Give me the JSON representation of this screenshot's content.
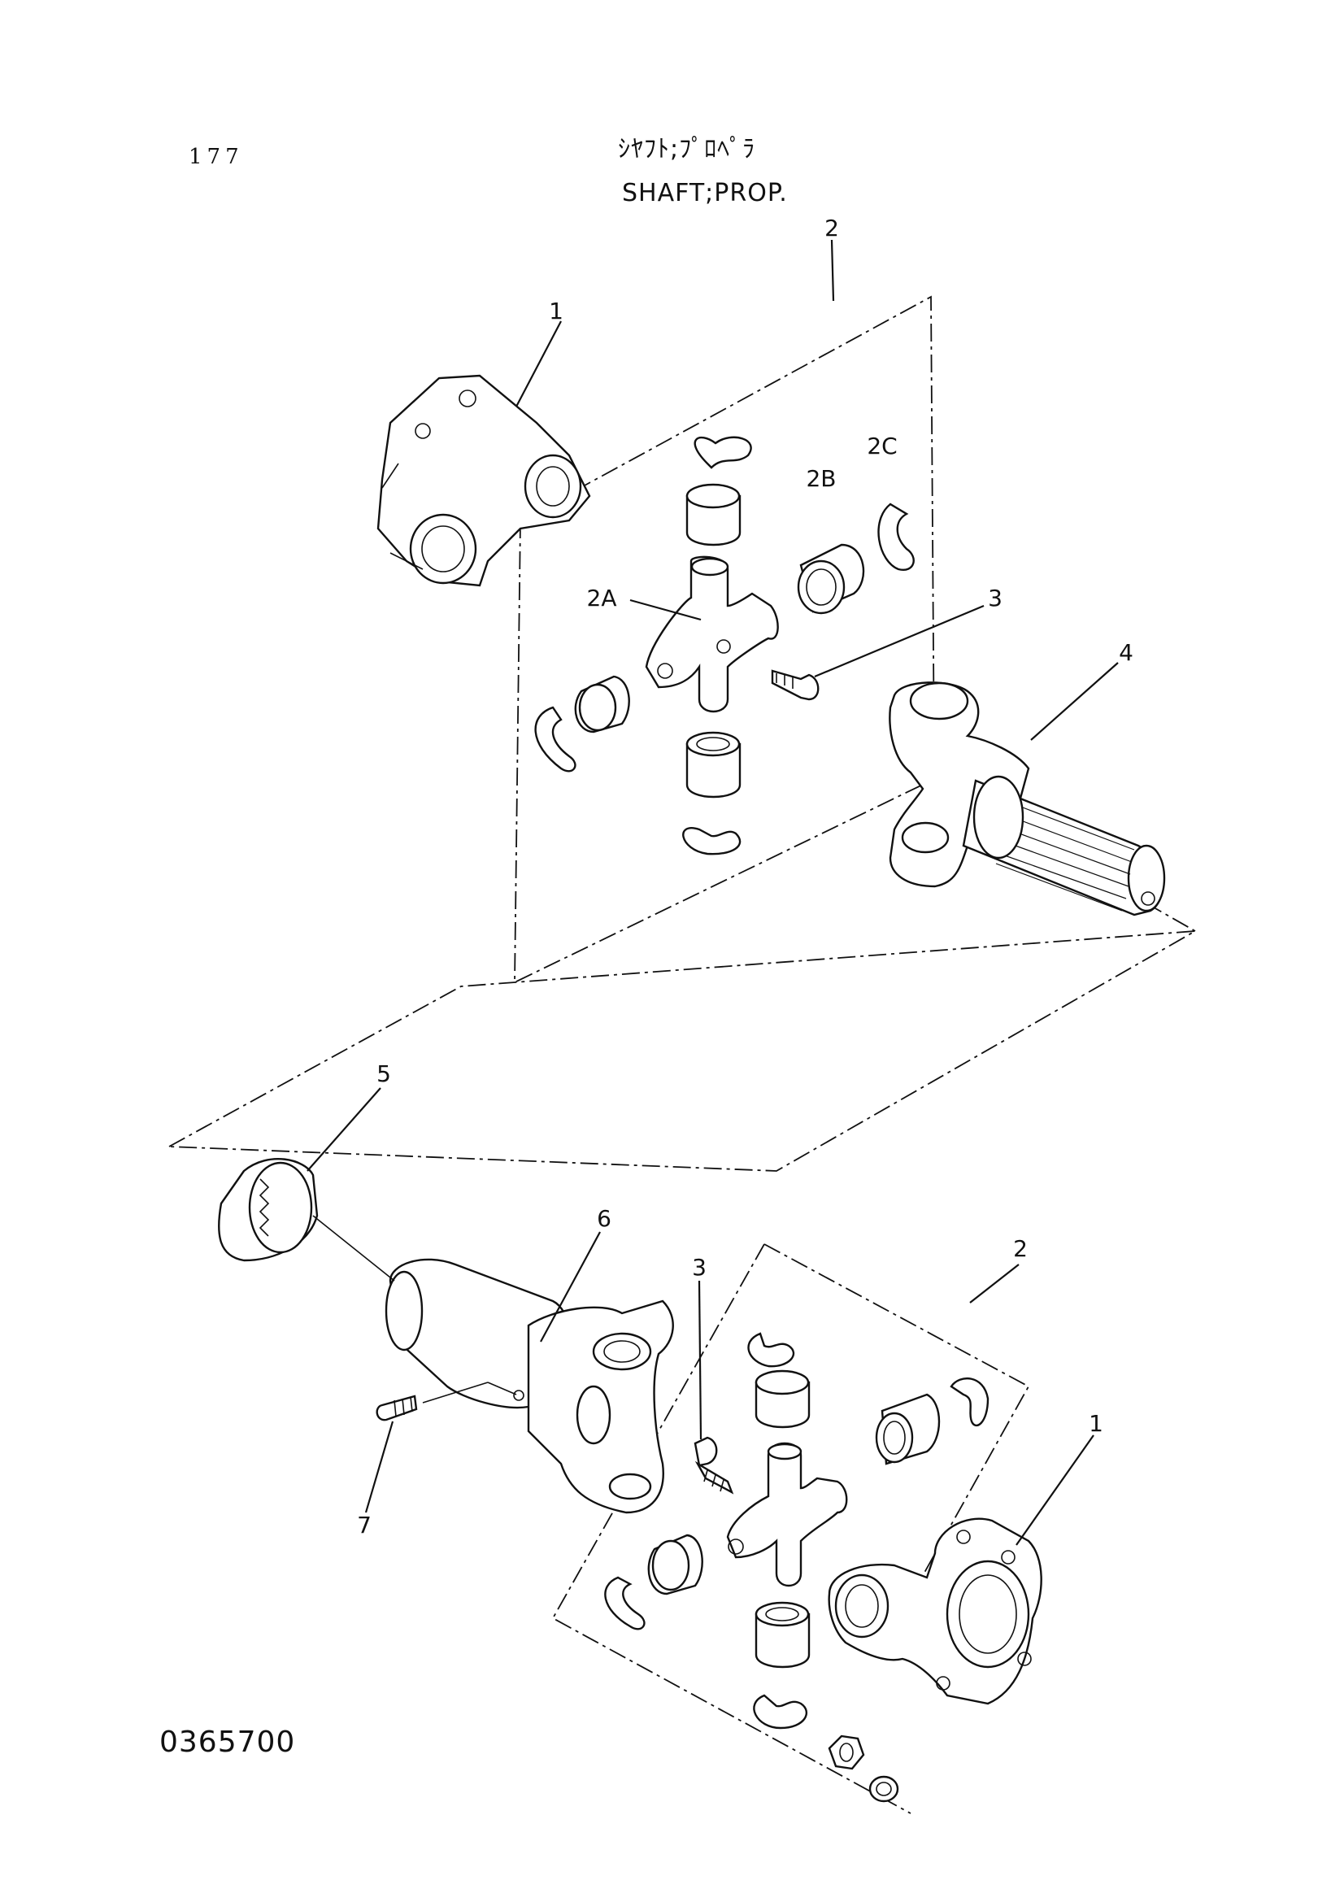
{
  "header": {
    "page_number": "177",
    "title_jp": "ｼﾔﾌﾄ;ﾌﾟﾛﾍﾟﾗ",
    "title_en": "SHAFT;PROP."
  },
  "footer": {
    "drawing_code": "0365700"
  },
  "callouts": {
    "c1_top": "1",
    "c2_top": "2",
    "c2a": "2A",
    "c2b": "2B",
    "c2c": "2C",
    "c3_top": "3",
    "c4": "4",
    "c5": "5",
    "c6": "6",
    "c2_bottom": "2",
    "c3_bottom": "3",
    "c1_bottom": "1",
    "c7": "7"
  }
}
